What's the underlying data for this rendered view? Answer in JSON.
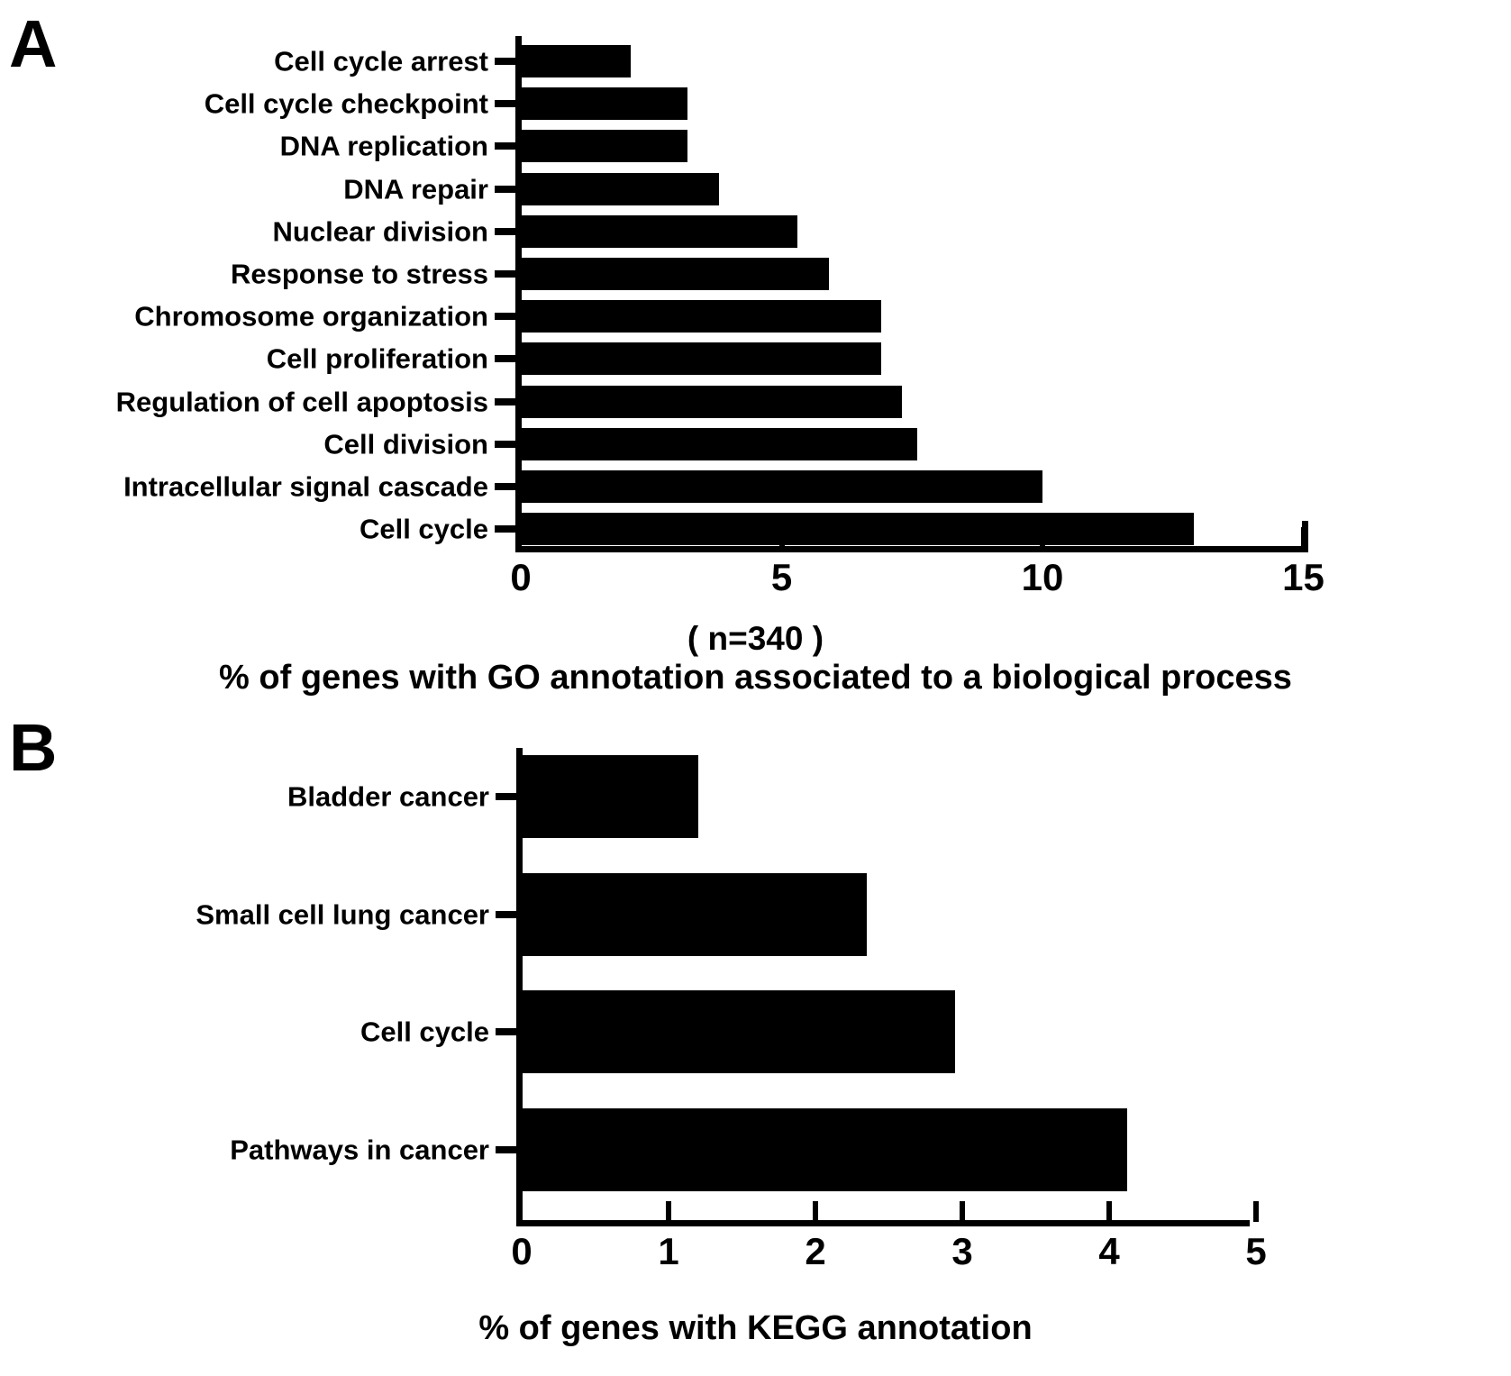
{
  "figure": {
    "panels": [
      {
        "letter": "A",
        "n_caption": "( n=340 )",
        "x_caption": "% of genes with GO annotation associated to a biological process"
      },
      {
        "letter": "B",
        "x_caption": "% of genes with KEGG annotation"
      }
    ]
  },
  "chart_data": [
    {
      "type": "bar",
      "orientation": "horizontal",
      "panel": "A",
      "title": "",
      "xlabel": "% of genes with GO annotation associated to a biological process",
      "ylabel": "",
      "annotation": "( n=340 )",
      "xlim": [
        0,
        15
      ],
      "xticks": [
        0,
        5,
        10,
        15
      ],
      "xticklabels": [
        "0",
        "5",
        "10",
        "15"
      ],
      "grid": false,
      "legend": false,
      "bar_color": "#000000",
      "categories": [
        "Cell cycle arrest",
        "Cell cycle checkpoint",
        "DNA replication",
        "DNA repair",
        "Nuclear division",
        "Response to stress",
        "Chromosome organization",
        "Cell proliferation",
        "Regulation of cell apoptosis",
        "Cell division",
        "Intracellular signal cascade",
        "Cell cycle"
      ],
      "values": [
        2.1,
        3.2,
        3.2,
        3.8,
        5.3,
        5.9,
        6.9,
        6.9,
        7.3,
        7.6,
        10.0,
        12.9
      ]
    },
    {
      "type": "bar",
      "orientation": "horizontal",
      "panel": "B",
      "title": "",
      "xlabel": "% of genes with KEGG annotation",
      "ylabel": "",
      "xlim": [
        0,
        5
      ],
      "xticks": [
        0,
        1,
        2,
        3,
        4,
        5
      ],
      "xticklabels": [
        "0",
        "1",
        "2",
        "3",
        "4",
        "5"
      ],
      "grid": false,
      "legend": false,
      "bar_color": "#000000",
      "categories": [
        "Bladder cancer",
        "Small cell lung cancer",
        "Cell cycle",
        "Pathways in cancer"
      ],
      "values": [
        1.2,
        2.35,
        2.95,
        4.12
      ]
    }
  ]
}
